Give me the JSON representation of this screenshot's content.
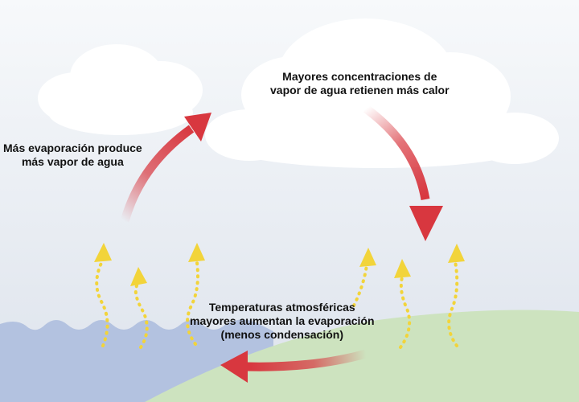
{
  "labels": {
    "evaporation": {
      "line1": "Más evaporación produce",
      "line2": "más vapor de agua"
    },
    "concentration": {
      "line1": "Mayores concentraciones de",
      "line2": "vapor de agua retienen más calor"
    },
    "temperature": {
      "line1": "Temperaturas atmosféricas",
      "line2": "mayores aumentan la evaporación",
      "line3": "(menos condensación)"
    }
  },
  "colors": {
    "sky": "#e6ebf1",
    "cloud": "#ffffff",
    "water": "#b3c2e0",
    "land": "#cde3bf",
    "arrow": "#d8373f",
    "vapor": "#f2d43a"
  },
  "icons": {
    "cycle_arrow": "curved-arrow-icon",
    "vapor": "wavy-vapor-arrow-icon"
  }
}
